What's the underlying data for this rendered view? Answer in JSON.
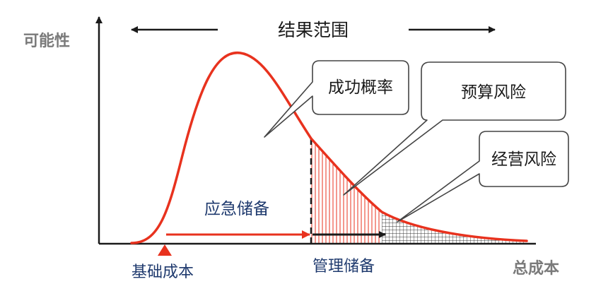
{
  "labels": {
    "y_axis": "可能性",
    "x_axis": "总成本",
    "range": "结果范围",
    "success": "成功概率",
    "budget_risk": "预算风险",
    "business_risk": "经营风险",
    "contingency": "应急储备",
    "base_cost": "基础成本",
    "management_reserve": "管理储备"
  },
  "colors": {
    "curve": "#e8321e",
    "axis": "#1a1a1a",
    "arrow_red": "#e8321e",
    "label_blue": "#1f3a6e",
    "label_grey": "#7a7a7a",
    "callout_border": "#444444"
  }
}
